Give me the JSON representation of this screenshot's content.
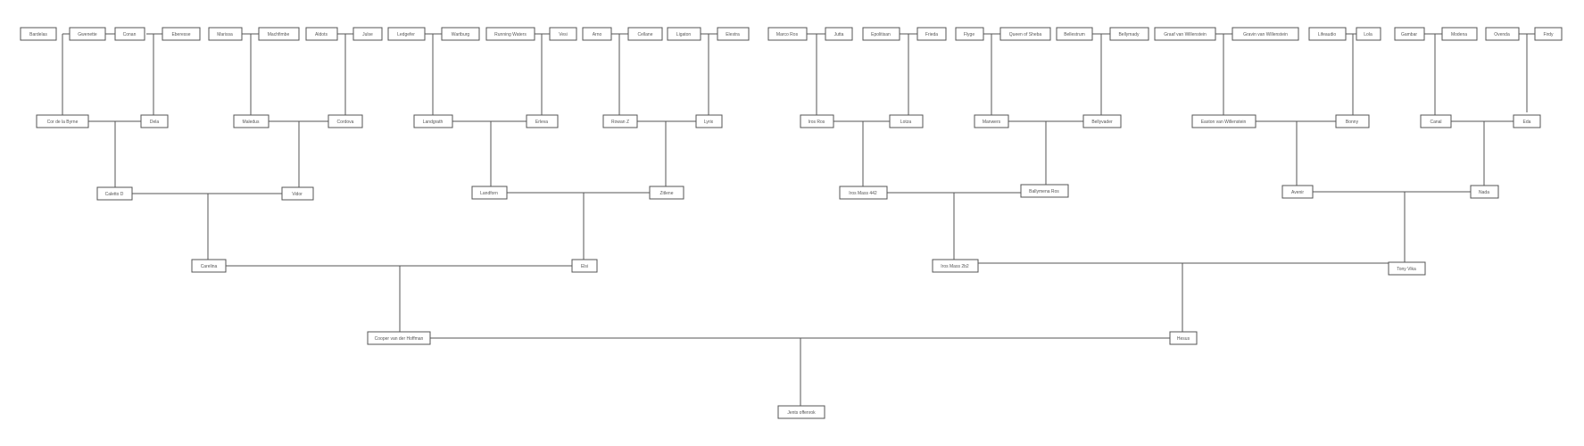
{
  "theme": {
    "line_color": "#555555",
    "box_fill": "#ffffff",
    "text_color": "#555555"
  },
  "tree": {
    "root": "Jents offenrok",
    "nodes": {
      "jents": "Jents offenrok",
      "cooper": "Cooper van der Hoffman",
      "hesus": "Hesus",
      "carelina": "Carelina",
      "elsi": "Elsi",
      "irosmass2": "Iros Mass 2b2",
      "tonyvika": "Tony Vika",
      "caletto": "Caletto D",
      "vidor": "Vidor",
      "landforn": "Landforn",
      "zitlene": "Zitlene",
      "irosmass442": "Iros Mass 442",
      "ballymenaros": "Ballymena Ros",
      "avenir": "Avenir",
      "nada": "Nada",
      "cordelabyrne": "Cor de la Byrne",
      "dela": "Dela",
      "maledus": "Maledus",
      "cordova": "Cordova",
      "landgrath": "Landgrath",
      "erleva": "Erleva",
      "rowanz": "Rowan Z",
      "lyrix": "Lyrix",
      "iros_ros": "Iros Ros",
      "lotza": "Lotza",
      "manwers": "Manwers",
      "bellyvader": "Bellyvader",
      "easton": "Easton van Willenstein",
      "bonny": "Bonny",
      "canal": "Canal",
      "eda": "Eda",
      "bardelas": "Bardelas",
      "gwenette": "Gwenette",
      "conan": "Conan",
      "eberesse": "Eberesse",
      "marissa": "Marissa",
      "machfimbe": "Machfimbe",
      "aldots": "Aldots",
      "julse": "Julse",
      "lodgefer": "Ledgefer",
      "wartburg": "Wartburg",
      "runningwaters": "Running Waters",
      "vesi": "Vesi",
      "arno": "Arno",
      "cellane": "Cellane",
      "ligaton": "Ligaton",
      "elestra": "Elestra",
      "marcoros": "Marco Ros",
      "jutta": "Jutta",
      "epolitisan": "Epolitisan",
      "frieda": "Frieda",
      "flyge": "Flyge",
      "queenofsheba": "Queen of Sheba",
      "bellestrum": "Bellestrum",
      "bellymady": "Bellymady",
      "graafvw": "Graaf van Willenstein",
      "gravinvw": "Gravin van Willenstein",
      "lifeaudio": "Lifeaudio",
      "lola": "Lola",
      "gambar": "Gambar",
      "modena": "Modena",
      "ovenda": "Ovenda",
      "firdy": "Firdy"
    }
  }
}
